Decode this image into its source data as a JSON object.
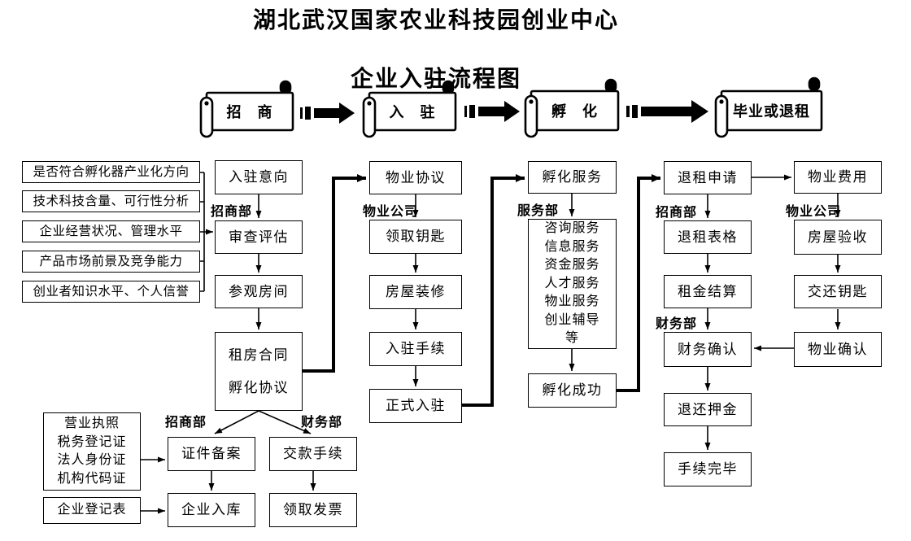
{
  "title": {
    "line1": "湖北武汉国家农业科技园创业中心",
    "line2": "企业入驻流程图"
  },
  "colors": {
    "ink": "#000000",
    "paper": "#ffffff"
  },
  "banners": [
    {
      "id": "stage-investment",
      "label": "招　商"
    },
    {
      "id": "stage-entry",
      "label": "入　驻"
    },
    {
      "id": "stage-incubation",
      "label": "孵　化"
    },
    {
      "id": "stage-graduation",
      "label": "毕业或退租"
    }
  ],
  "dept_labels": {
    "d1": "招商部",
    "d2": "物业公司",
    "d3": "服务部",
    "d4": "招商部",
    "d5": "财务部",
    "d6": "物业公司",
    "d7": "招商部",
    "d8": "财务部"
  },
  "nodes": {
    "criteria1": "是否符合孵化器产业化方向",
    "criteria2": "技术科技含量、可行性分析",
    "criteria3": "企业经营状况、管理水平",
    "criteria4": "产品市场前景及竞争能力",
    "criteria5": "创业者知识水平、个人信誉",
    "intent": "入驻意向",
    "review": "审查评估",
    "visit": "参观房间",
    "contract": "租房合同\n孵化协议",
    "docs": "营业执照\n税务登记证\n法人身份证\n机构代码证",
    "regform": "企业登记表",
    "filing": "证件备案",
    "warehouse": "企业入库",
    "payment": "交款手续",
    "invoice": "领取发票",
    "prop_agreement": "物业协议",
    "keys": "领取钥匙",
    "renovation": "房屋装修",
    "checkin": "入驻手续",
    "official": "正式入驻",
    "incub_service": "孵化服务",
    "services": "咨询服务\n信息服务\n资金服务\n人才服务\n物业服务\n创业辅导\n等",
    "success": "孵化成功",
    "quit_apply": "退租申请",
    "quit_form": "退租表格",
    "rent_settle": "租金结算",
    "fin_confirm": "财务确认",
    "deposit": "退还押金",
    "done": "手续完毕",
    "prop_fee": "物业费用",
    "inspect": "房屋验收",
    "return_keys": "交还钥匙",
    "prop_confirm": "物业确认"
  }
}
